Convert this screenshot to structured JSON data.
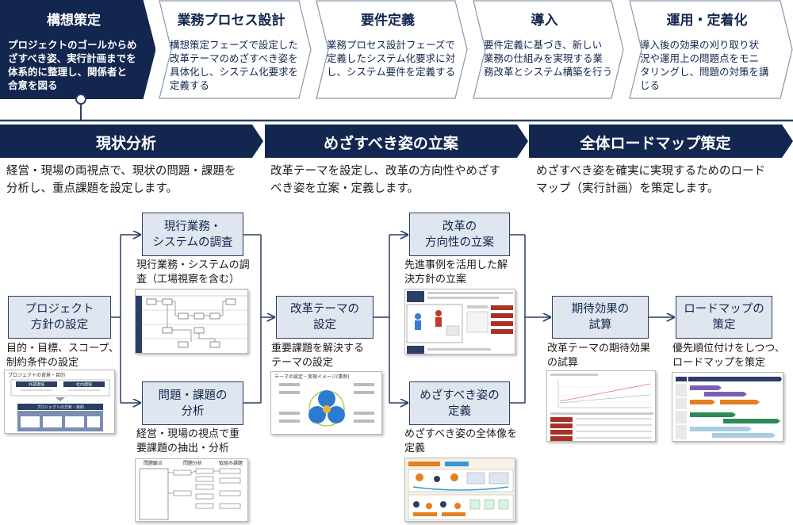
{
  "phases": [
    {
      "title": "構想策定",
      "desc": [
        "プロジェクトのゴールからめ",
        "ざすべき姿、実行計画までを",
        "体系的に整理し、関係者と",
        "合意を図る"
      ],
      "active": true
    },
    {
      "title": "業務プロセス設計",
      "desc": [
        "構想策定フェーズで設定した",
        "改革テーマのめざすべき姿を",
        "具体化し、システム化要求を",
        "定義する"
      ],
      "active": false
    },
    {
      "title": "要件定義",
      "desc": [
        "業務プロセス設計フェーズで",
        "定義したシステム化要求に対",
        "し、システム要件を定義する"
      ],
      "active": false
    },
    {
      "title": "導入",
      "desc": [
        "要件定義に基づき、新しい",
        "業務の仕組みを実現する業",
        "務改革とシステム構築を行う"
      ],
      "active": false
    },
    {
      "title": "運用・定着化",
      "desc": [
        "導入後の効果の刈り取り状",
        "況や運用上の問題点をモニ",
        "タリングし、問題の対策を講",
        "じる"
      ],
      "active": false
    }
  ],
  "stages": [
    {
      "title": "現状分析",
      "desc": [
        "経営・現場の両視点で、現状の問題・課題を",
        "分析し、重点課題を設定します。"
      ]
    },
    {
      "title": "めざすべき姿の立案",
      "desc": [
        "改革テーマを設定し、改革の方向性やめざす",
        "べき姿を立案・定義します。"
      ]
    },
    {
      "title": "全体ロードマップ策定",
      "desc": [
        "めざすべき姿を確実に実現するためのロード",
        "マップ（実行計画）を策定します。"
      ]
    }
  ],
  "steps": {
    "project_policy": {
      "label": [
        "プロジェクト",
        "方針の設定"
      ],
      "caption": [
        "目的・目標、スコープ、",
        "制約条件の設定"
      ]
    },
    "current_survey": {
      "label": [
        "現行業務・",
        "システムの調査"
      ],
      "caption": [
        "現行業務・システムの調",
        "査（工場視察を含む）"
      ]
    },
    "problem_analysis": {
      "label": [
        "問題・課題の",
        "分析"
      ],
      "caption": [
        "経営・現場の視点で重",
        "要課題の抽出・分析"
      ]
    },
    "reform_theme": {
      "label": [
        "改革テーマの",
        "設定"
      ],
      "caption": [
        "重要課題を解決する",
        "テーマの設定"
      ]
    },
    "direction": {
      "label": [
        "改革の",
        "方向性の立案"
      ],
      "caption": [
        "先進事例を活用した解",
        "決方針の立案"
      ]
    },
    "ideal_state": {
      "label": [
        "めざすべき姿の",
        "定義"
      ],
      "caption": [
        "めざすべき姿の全体像を",
        "定義"
      ]
    },
    "expected_effect": {
      "label": [
        "期待効果の",
        "試算"
      ],
      "caption": [
        "改革テーマの期待効果",
        "の試算"
      ]
    },
    "roadmap": {
      "label": [
        "ロードマップの",
        "策定"
      ],
      "caption": [
        "優先順位付けをしつつ、",
        "ロードマップを策定"
      ]
    }
  },
  "thumbnails": {
    "project_policy": {
      "header": "プロジェクトの背景・目的",
      "box1": "外部環境",
      "box2": "社内環境",
      "band": "プロジェクトの方針・目的"
    },
    "reform_theme": {
      "header": "テーマの設定・実現イメージ(事例)"
    },
    "problem_analysis": {
      "cols": [
        "問題観点",
        "問題分析",
        "取組み課題"
      ]
    }
  },
  "colors": {
    "navy": "#13264f",
    "box_fill": "#dfe6ef",
    "box_border": "#2c3e63",
    "line": "#2c3e63"
  }
}
